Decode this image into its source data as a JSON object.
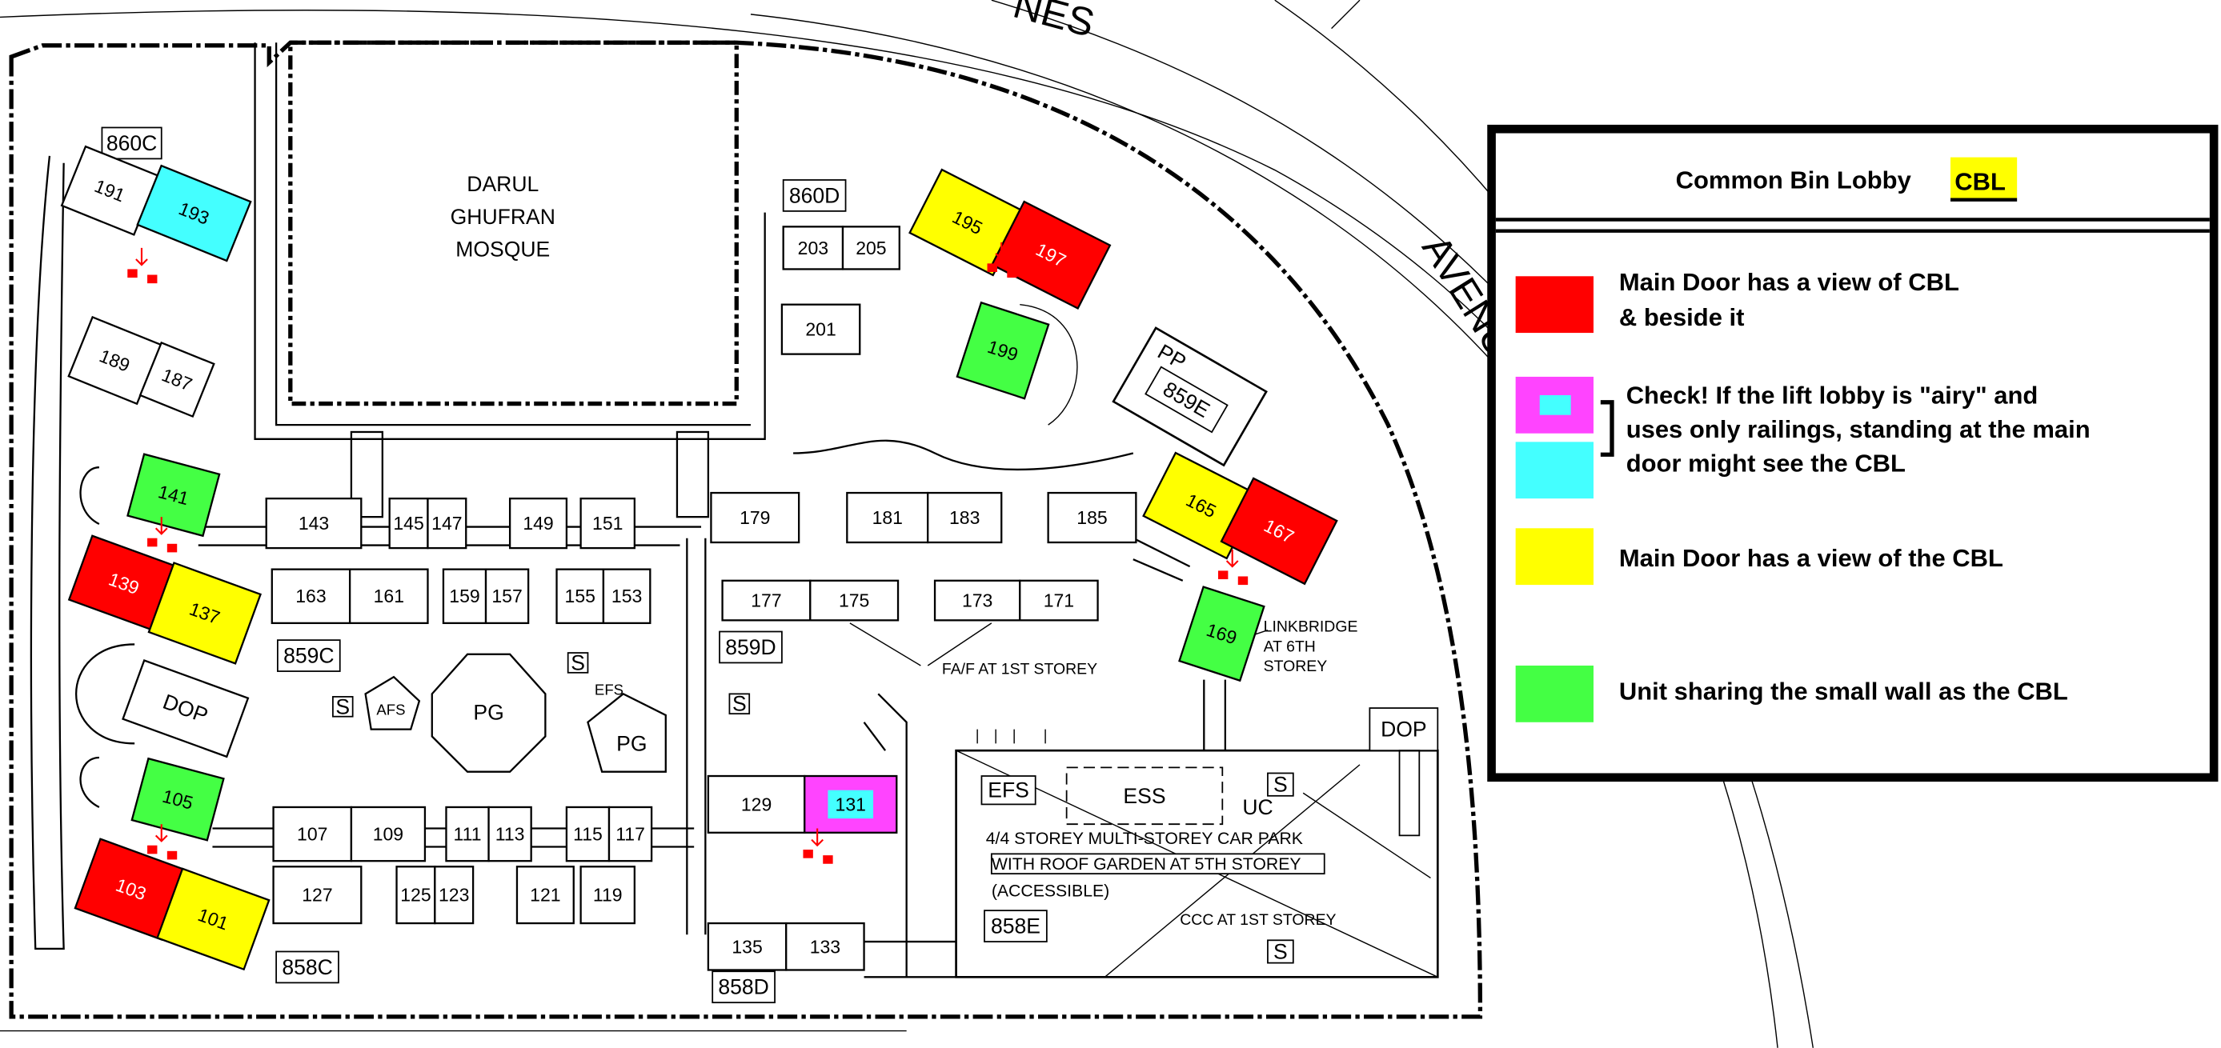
{
  "colors": {
    "red": "#ff0000",
    "magenta": "#ff44ff",
    "cyan": "#44ffff",
    "yellow": "#ffff00",
    "green": "#44ff44",
    "white": "#ffffff"
  },
  "legend": {
    "title": "Common Bin Lobby",
    "tag": "CBL",
    "items": [
      {
        "color": "red",
        "line1": "Main Door has a view of CBL",
        "line2": "& beside it"
      },
      {
        "color": "magenta+cyan",
        "line1": "Check! If the lift lobby is \"airy\" and",
        "line2": "uses only railings, standing at the main",
        "line3": "door might see the CBL"
      },
      {
        "color": "yellow",
        "line1": "Main Door has a view of the CBL"
      },
      {
        "color": "green",
        "line1": "Unit sharing the small wall as the CBL"
      }
    ]
  },
  "streets": {
    "top": "NES",
    "right": "AVENUE"
  },
  "mosque": {
    "line1": "DARUL",
    "line2": "GHUFRAN",
    "line3": "MOSQUE"
  },
  "blocks": {
    "b860C": "860C",
    "b860D": "860D",
    "b859C": "859C",
    "b859D": "859D",
    "b859E": "859E",
    "pp": "PP",
    "b858C": "858C",
    "b858D": "858D",
    "b858E": "858E",
    "dop1": "DOP",
    "dop2": "DOP"
  },
  "annotations": {
    "linkbridge1": "LINKBRIDGE",
    "linkbridge2": "AT 6TH",
    "linkbridge3": "STOREY",
    "faf": "FA/F AT 1ST STOREY",
    "carpark1": "4/4 STOREY MULTI-STOREY CAR PARK",
    "carpark2": "WITH ROOF GARDEN AT 5TH STOREY",
    "carpark3": "(ACCESSIBLE)",
    "ccc": "CCC AT 1ST STOREY",
    "ess": "ESS",
    "efs1": "EFS",
    "efs2": "EFS",
    "uc": "UC",
    "afs": "AFS",
    "pg1": "PG",
    "pg2": "PG",
    "s": "S"
  },
  "units": [
    {
      "id": "191",
      "color": "white"
    },
    {
      "id": "193",
      "color": "cyan"
    },
    {
      "id": "189",
      "color": "white"
    },
    {
      "id": "187",
      "color": "white"
    },
    {
      "id": "203",
      "color": "white"
    },
    {
      "id": "205",
      "color": "white"
    },
    {
      "id": "201",
      "color": "white"
    },
    {
      "id": "195",
      "color": "yellow"
    },
    {
      "id": "197",
      "color": "red"
    },
    {
      "id": "199",
      "color": "green"
    },
    {
      "id": "141",
      "color": "green"
    },
    {
      "id": "139",
      "color": "red"
    },
    {
      "id": "137",
      "color": "yellow"
    },
    {
      "id": "143",
      "color": "white"
    },
    {
      "id": "145",
      "color": "white"
    },
    {
      "id": "147",
      "color": "white"
    },
    {
      "id": "149",
      "color": "white"
    },
    {
      "id": "151",
      "color": "white"
    },
    {
      "id": "163",
      "color": "white"
    },
    {
      "id": "161",
      "color": "white"
    },
    {
      "id": "159",
      "color": "white"
    },
    {
      "id": "157",
      "color": "white"
    },
    {
      "id": "155",
      "color": "white"
    },
    {
      "id": "153",
      "color": "white"
    },
    {
      "id": "179",
      "color": "white"
    },
    {
      "id": "181",
      "color": "white"
    },
    {
      "id": "183",
      "color": "white"
    },
    {
      "id": "185",
      "color": "white"
    },
    {
      "id": "177",
      "color": "white"
    },
    {
      "id": "175",
      "color": "white"
    },
    {
      "id": "173",
      "color": "white"
    },
    {
      "id": "171",
      "color": "white"
    },
    {
      "id": "165",
      "color": "yellow"
    },
    {
      "id": "167",
      "color": "red"
    },
    {
      "id": "169",
      "color": "green"
    },
    {
      "id": "105",
      "color": "green"
    },
    {
      "id": "103",
      "color": "red"
    },
    {
      "id": "101",
      "color": "yellow"
    },
    {
      "id": "107",
      "color": "white"
    },
    {
      "id": "109",
      "color": "white"
    },
    {
      "id": "111",
      "color": "white"
    },
    {
      "id": "113",
      "color": "white"
    },
    {
      "id": "115",
      "color": "white"
    },
    {
      "id": "117",
      "color": "white"
    },
    {
      "id": "127",
      "color": "white"
    },
    {
      "id": "125",
      "color": "white"
    },
    {
      "id": "123",
      "color": "white"
    },
    {
      "id": "121",
      "color": "white"
    },
    {
      "id": "119",
      "color": "white"
    },
    {
      "id": "129",
      "color": "white"
    },
    {
      "id": "131",
      "color": "magenta"
    },
    {
      "id": "135",
      "color": "white"
    },
    {
      "id": "133",
      "color": "white"
    }
  ]
}
